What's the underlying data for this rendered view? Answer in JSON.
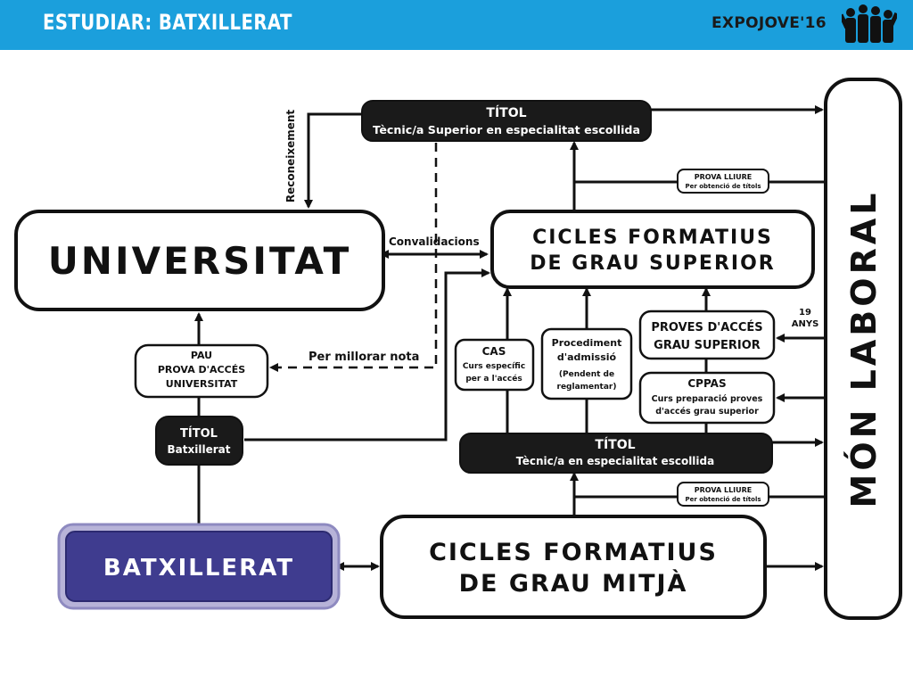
{
  "header": {
    "title": "ESTUDIAR: BATXILLERAT",
    "brand": "EXPOJOVE'16",
    "accent_color": "#1b9fdc"
  },
  "diagram": {
    "universitat": "UNIVERSITAT",
    "reconeixement": "Reconeixement",
    "titol_superior": {
      "title": "TÍTOL",
      "subtitle": "Tècnic/a Superior en especialitat escollida"
    },
    "convalidacions": "Convalidacions",
    "cfgs": {
      "line1": "CICLES FORMATIUS",
      "line2": "DE GRAU SUPERIOR"
    },
    "prova_lliure_top": {
      "line1": "PROVA LLIURE",
      "line2": "Per obtenció de títols"
    },
    "mon_laboral": "MÓN LABORAL",
    "anys_19": {
      "line1": "19",
      "line2": "ANYS"
    },
    "proves_acces": {
      "line1": "PROVES D'ACCÉS",
      "line2": "GRAU SUPERIOR"
    },
    "cppas": {
      "title": "CPPAS",
      "line1": "Curs preparació proves",
      "line2": "d'accés grau superior"
    },
    "cas": {
      "title": "CAS",
      "line1": "Curs específic",
      "line2": "per a l'accés"
    },
    "procediment": {
      "line1": "Procediment",
      "line2": "d'admissió",
      "line3": "(Pendent de",
      "line4": "reglamentar)"
    },
    "pau": {
      "line1": "PAU",
      "line2": "PROVA D'ACCÉS",
      "line3": "UNIVERSITAT"
    },
    "per_millorar": "Per millorar nota",
    "titol_batxillerat": {
      "title": "TÍTOL",
      "subtitle": "Batxillerat"
    },
    "titol_tecnic": {
      "title": "TÍTOL",
      "subtitle": "Tècnic/a en especialitat escollida"
    },
    "prova_lliure_bottom": {
      "line1": "PROVA LLIURE",
      "line2": "Per obtenció de títols"
    },
    "batxillerat": "BATXILLERAT",
    "batxillerat_color": "#3f3c8f",
    "cfgm": {
      "line1": "CICLES FORMATIUS",
      "line2": "DE GRAU MITJÀ"
    }
  }
}
